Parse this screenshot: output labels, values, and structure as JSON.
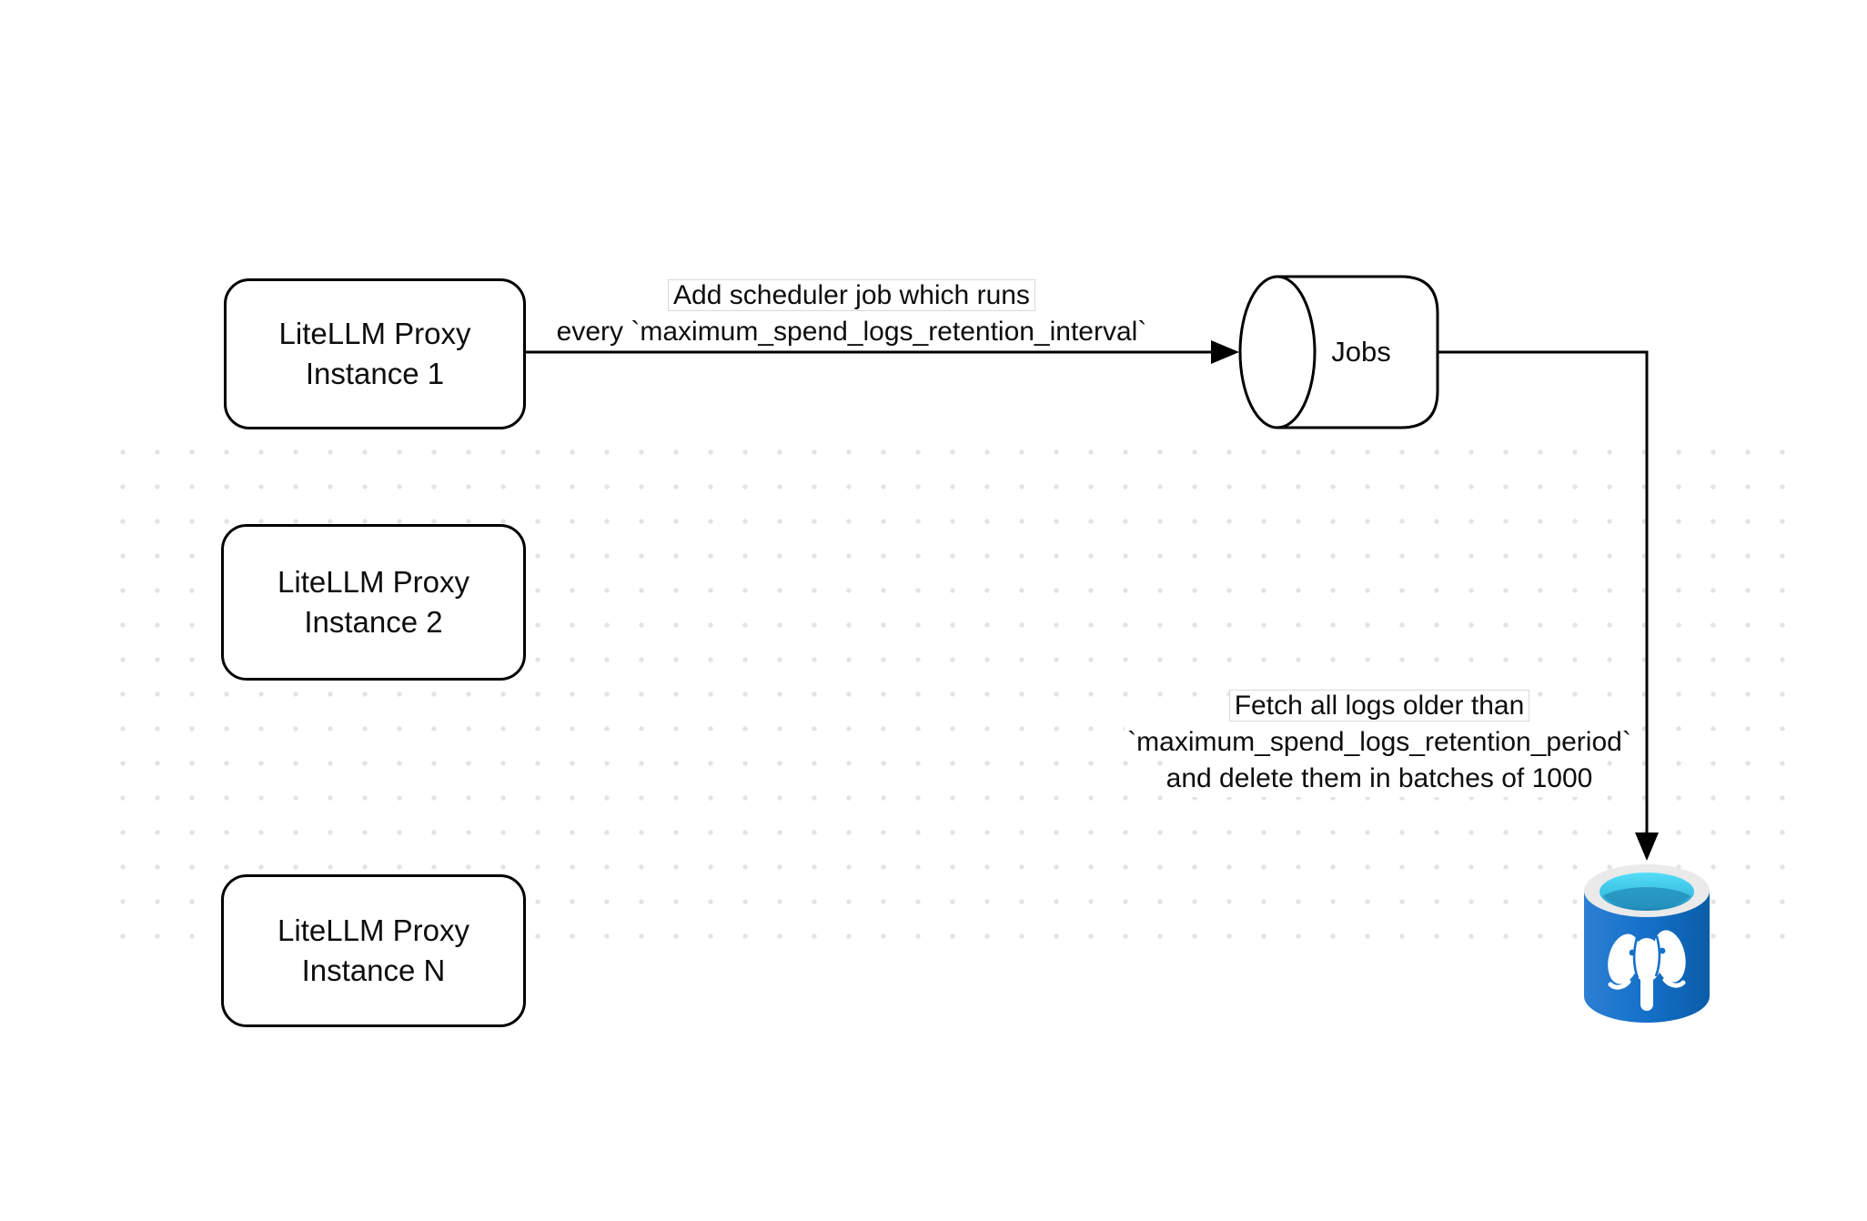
{
  "diagram": {
    "nodes": {
      "instance1": {
        "line1": "LiteLLM Proxy",
        "line2": "Instance 1"
      },
      "instance2": {
        "line1": "LiteLLM Proxy",
        "line2": "Instance 2"
      },
      "instanceN": {
        "line1": "LiteLLM Proxy",
        "line2": "Instance N"
      },
      "jobs": {
        "label": "Jobs"
      },
      "postgres": {
        "icon": "postgresql-database-icon"
      }
    },
    "edges": {
      "scheduler": {
        "line1_boxed": "Add scheduler job which runs",
        "line2": "every `maximum_spend_logs_retention_interval`"
      },
      "fetch": {
        "line1_boxed": "Fetch all logs older than",
        "line2": "`maximum_spend_logs_retention_period`",
        "line3": "and delete them in batches of 1000"
      }
    },
    "colors": {
      "line": "#000000",
      "text": "#0d0d0d",
      "node_fill": "#ffffff",
      "background_dot": "#e3e3e3",
      "label_box_border": "#d9d9d9",
      "postgres_body_light": "#2c80d4",
      "postgres_body": "#1470c8",
      "postgres_body_dark": "#0b5da8",
      "postgres_rim": "#eaeaea",
      "postgres_water_top": "#55ddf8",
      "postgres_water_bottom": "#1d82b2",
      "postgres_elephant": "#ffffff"
    }
  }
}
